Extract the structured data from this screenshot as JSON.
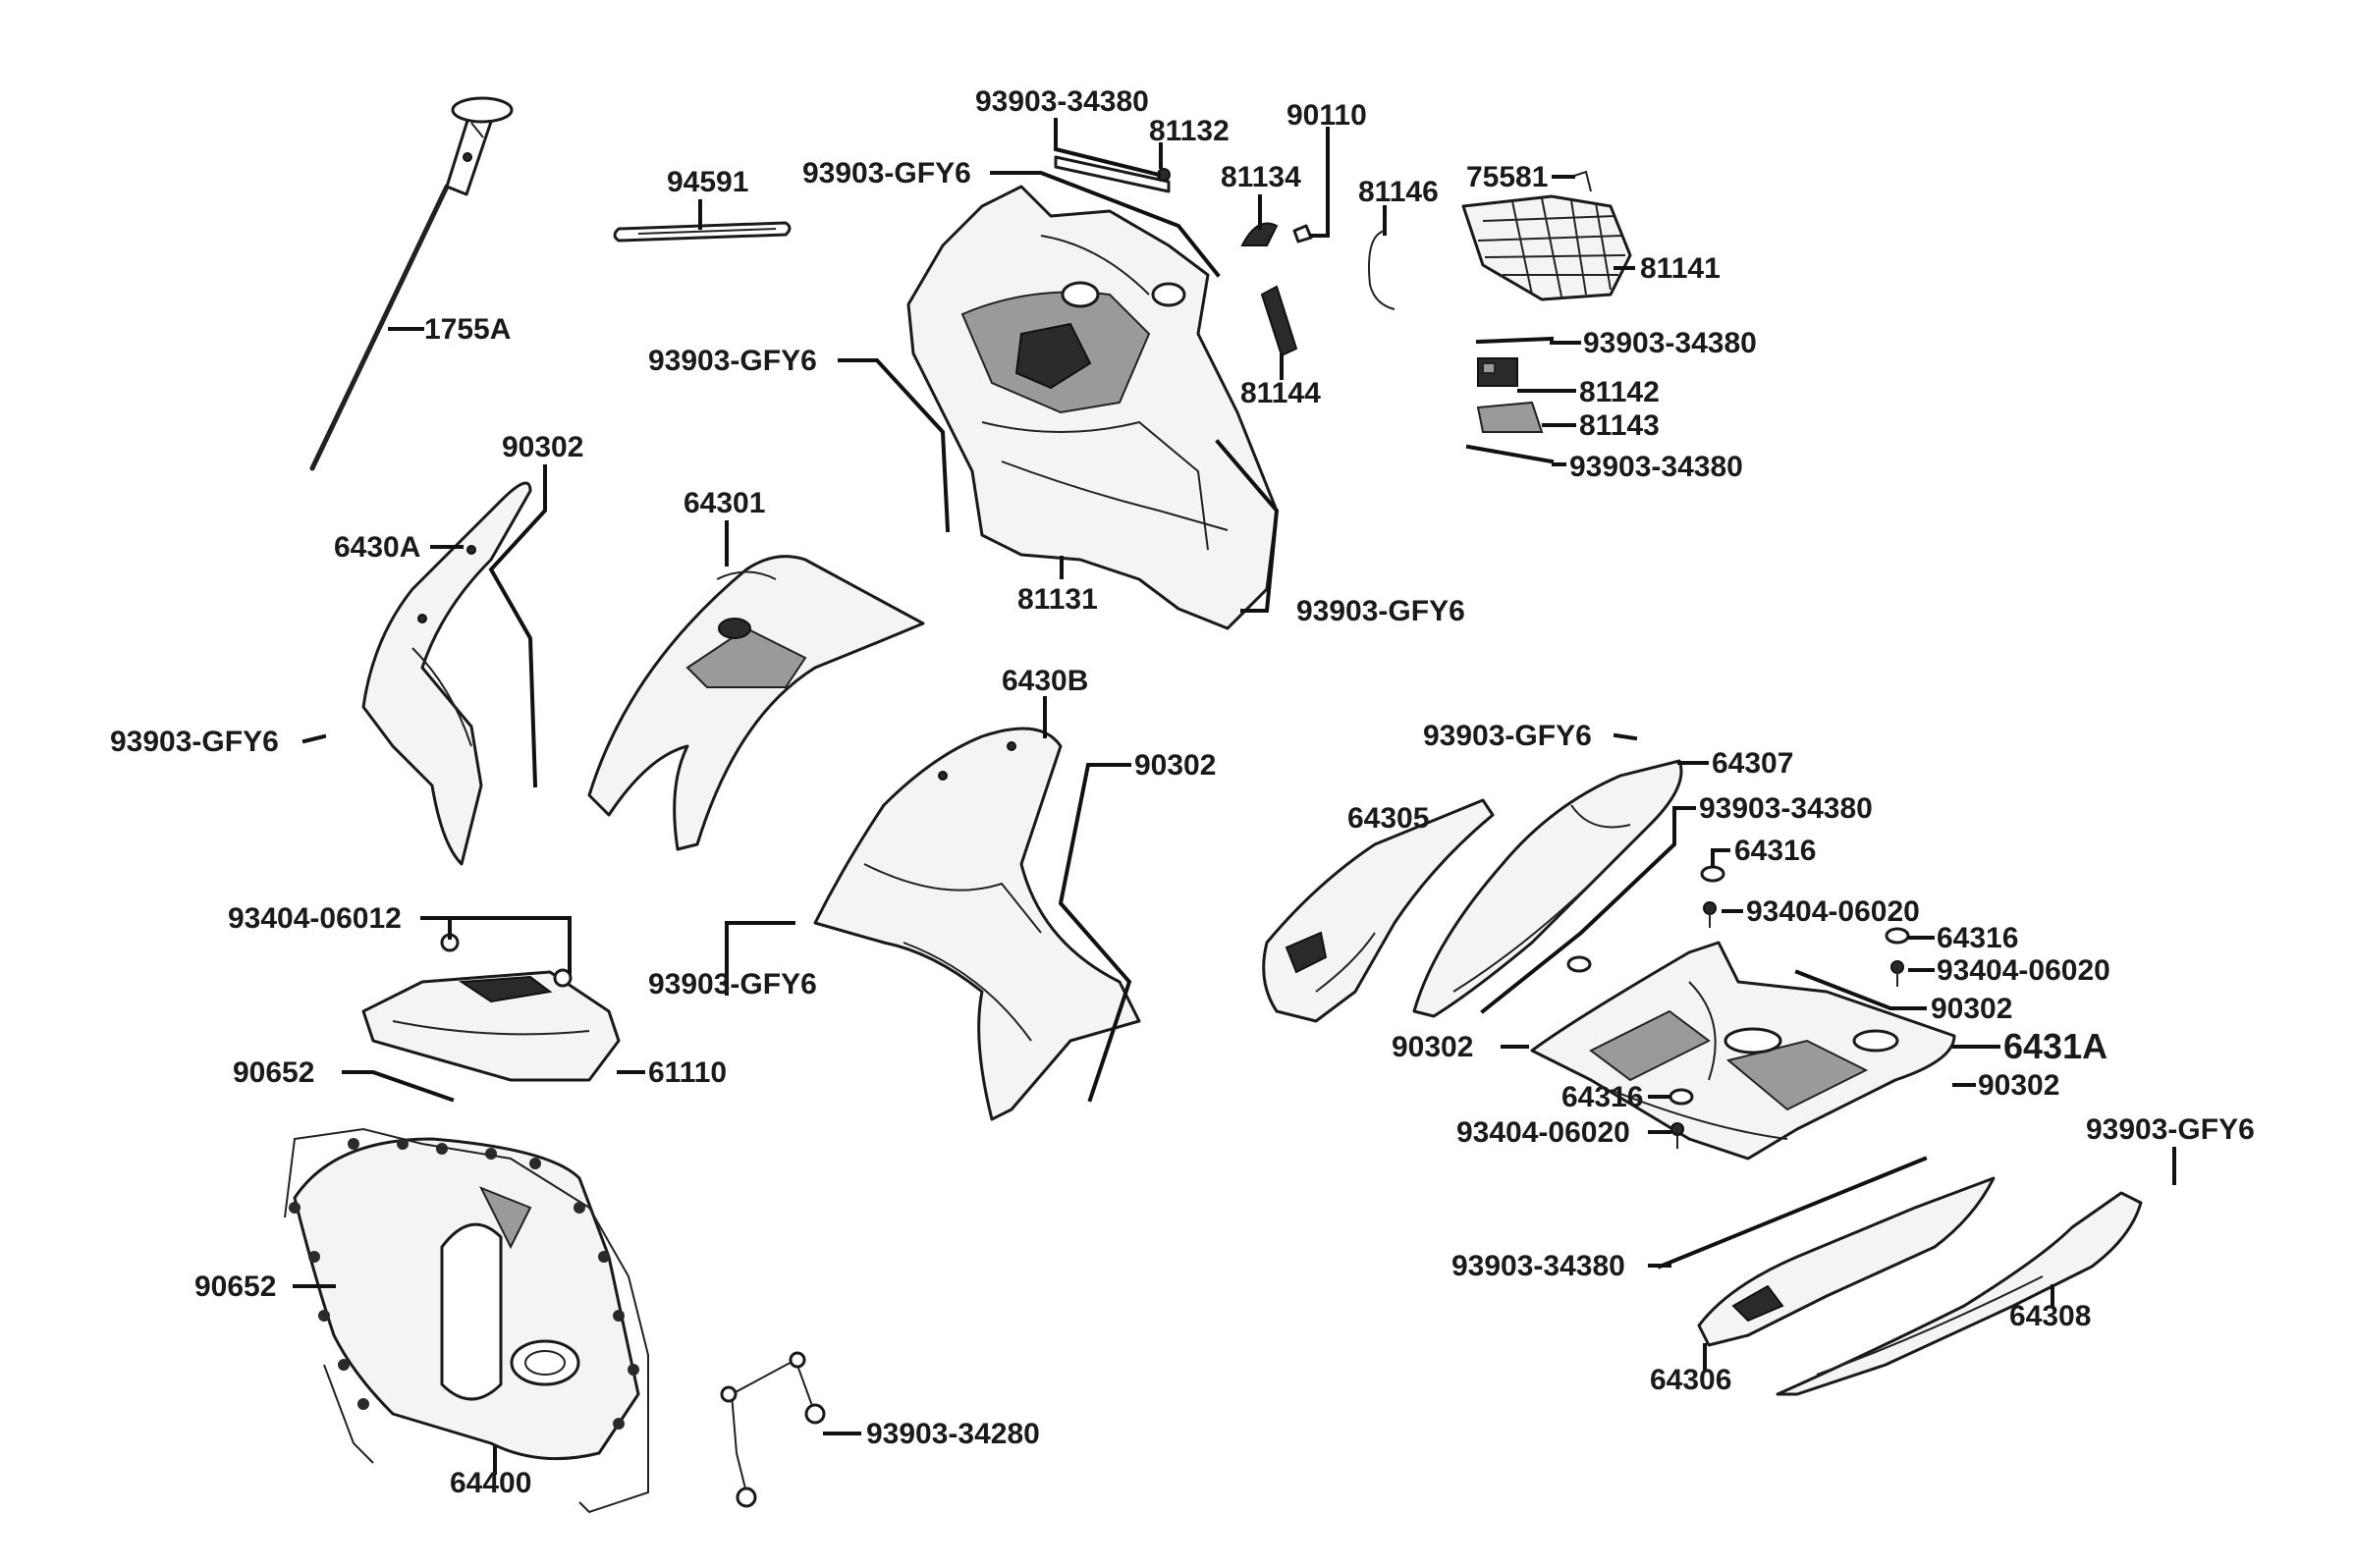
{
  "diagram": {
    "callouts": [
      {
        "id": "p93903_34380_top",
        "text": "93903-34380"
      },
      {
        "id": "p81132",
        "text": "81132"
      },
      {
        "id": "p90110",
        "text": "90110"
      },
      {
        "id": "p94591",
        "text": "94591"
      },
      {
        "id": "p93903_GFY6_a",
        "text": "93903-GFY6"
      },
      {
        "id": "p81134",
        "text": "81134"
      },
      {
        "id": "p81146",
        "text": "81146"
      },
      {
        "id": "p75581",
        "text": "75581"
      },
      {
        "id": "p81141",
        "text": "81141"
      },
      {
        "id": "p1755A",
        "text": "1755A"
      },
      {
        "id": "p93903_GFY6_b",
        "text": "93903-GFY6"
      },
      {
        "id": "p81144",
        "text": "81144"
      },
      {
        "id": "p93903_34380_r1",
        "text": "93903-34380"
      },
      {
        "id": "p81142",
        "text": "81142"
      },
      {
        "id": "p81143",
        "text": "81143"
      },
      {
        "id": "p93903_34380_r2",
        "text": "93903-34380"
      },
      {
        "id": "p90302_a",
        "text": "90302"
      },
      {
        "id": "p64301",
        "text": "64301"
      },
      {
        "id": "p6430A",
        "text": "6430A"
      },
      {
        "id": "p81131",
        "text": "81131"
      },
      {
        "id": "p93903_GFY6_c",
        "text": "93903-GFY6"
      },
      {
        "id": "p6430B",
        "text": "6430B"
      },
      {
        "id": "p93903_GFY6_d",
        "text": "93903-GFY6"
      },
      {
        "id": "p90302_b",
        "text": "90302"
      },
      {
        "id": "p93903_GFY6_e",
        "text": "93903-GFY6"
      },
      {
        "id": "p64307",
        "text": "64307"
      },
      {
        "id": "p64305",
        "text": "64305"
      },
      {
        "id": "p93903_34380_m",
        "text": "93903-34380"
      },
      {
        "id": "p64316_a",
        "text": "64316"
      },
      {
        "id": "p93404_06020_a",
        "text": "93404-06020"
      },
      {
        "id": "p64316_b",
        "text": "64316"
      },
      {
        "id": "p93404_06020_b",
        "text": "93404-06020"
      },
      {
        "id": "p93404_06012",
        "text": "93404-06012"
      },
      {
        "id": "p93903_GFY6_f",
        "text": "93903-GFY6"
      },
      {
        "id": "p90302_c",
        "text": "90302"
      },
      {
        "id": "p6431A",
        "text": "6431A"
      },
      {
        "id": "p90302_d",
        "text": "90302"
      },
      {
        "id": "p90652_a",
        "text": "90652"
      },
      {
        "id": "p61110",
        "text": "61110"
      },
      {
        "id": "p64316_c",
        "text": "64316"
      },
      {
        "id": "p90302_e",
        "text": "90302"
      },
      {
        "id": "p93404_06020_c",
        "text": "93404-06020"
      },
      {
        "id": "p93903_GFY6_g",
        "text": "93903-GFY6"
      },
      {
        "id": "p93903_34380_b",
        "text": "93903-34380"
      },
      {
        "id": "p90652_b",
        "text": "90652"
      },
      {
        "id": "p64308",
        "text": "64308"
      },
      {
        "id": "p64306",
        "text": "64306"
      },
      {
        "id": "p93903_34280",
        "text": "93903-34280"
      },
      {
        "id": "p64400",
        "text": "64400"
      }
    ]
  }
}
